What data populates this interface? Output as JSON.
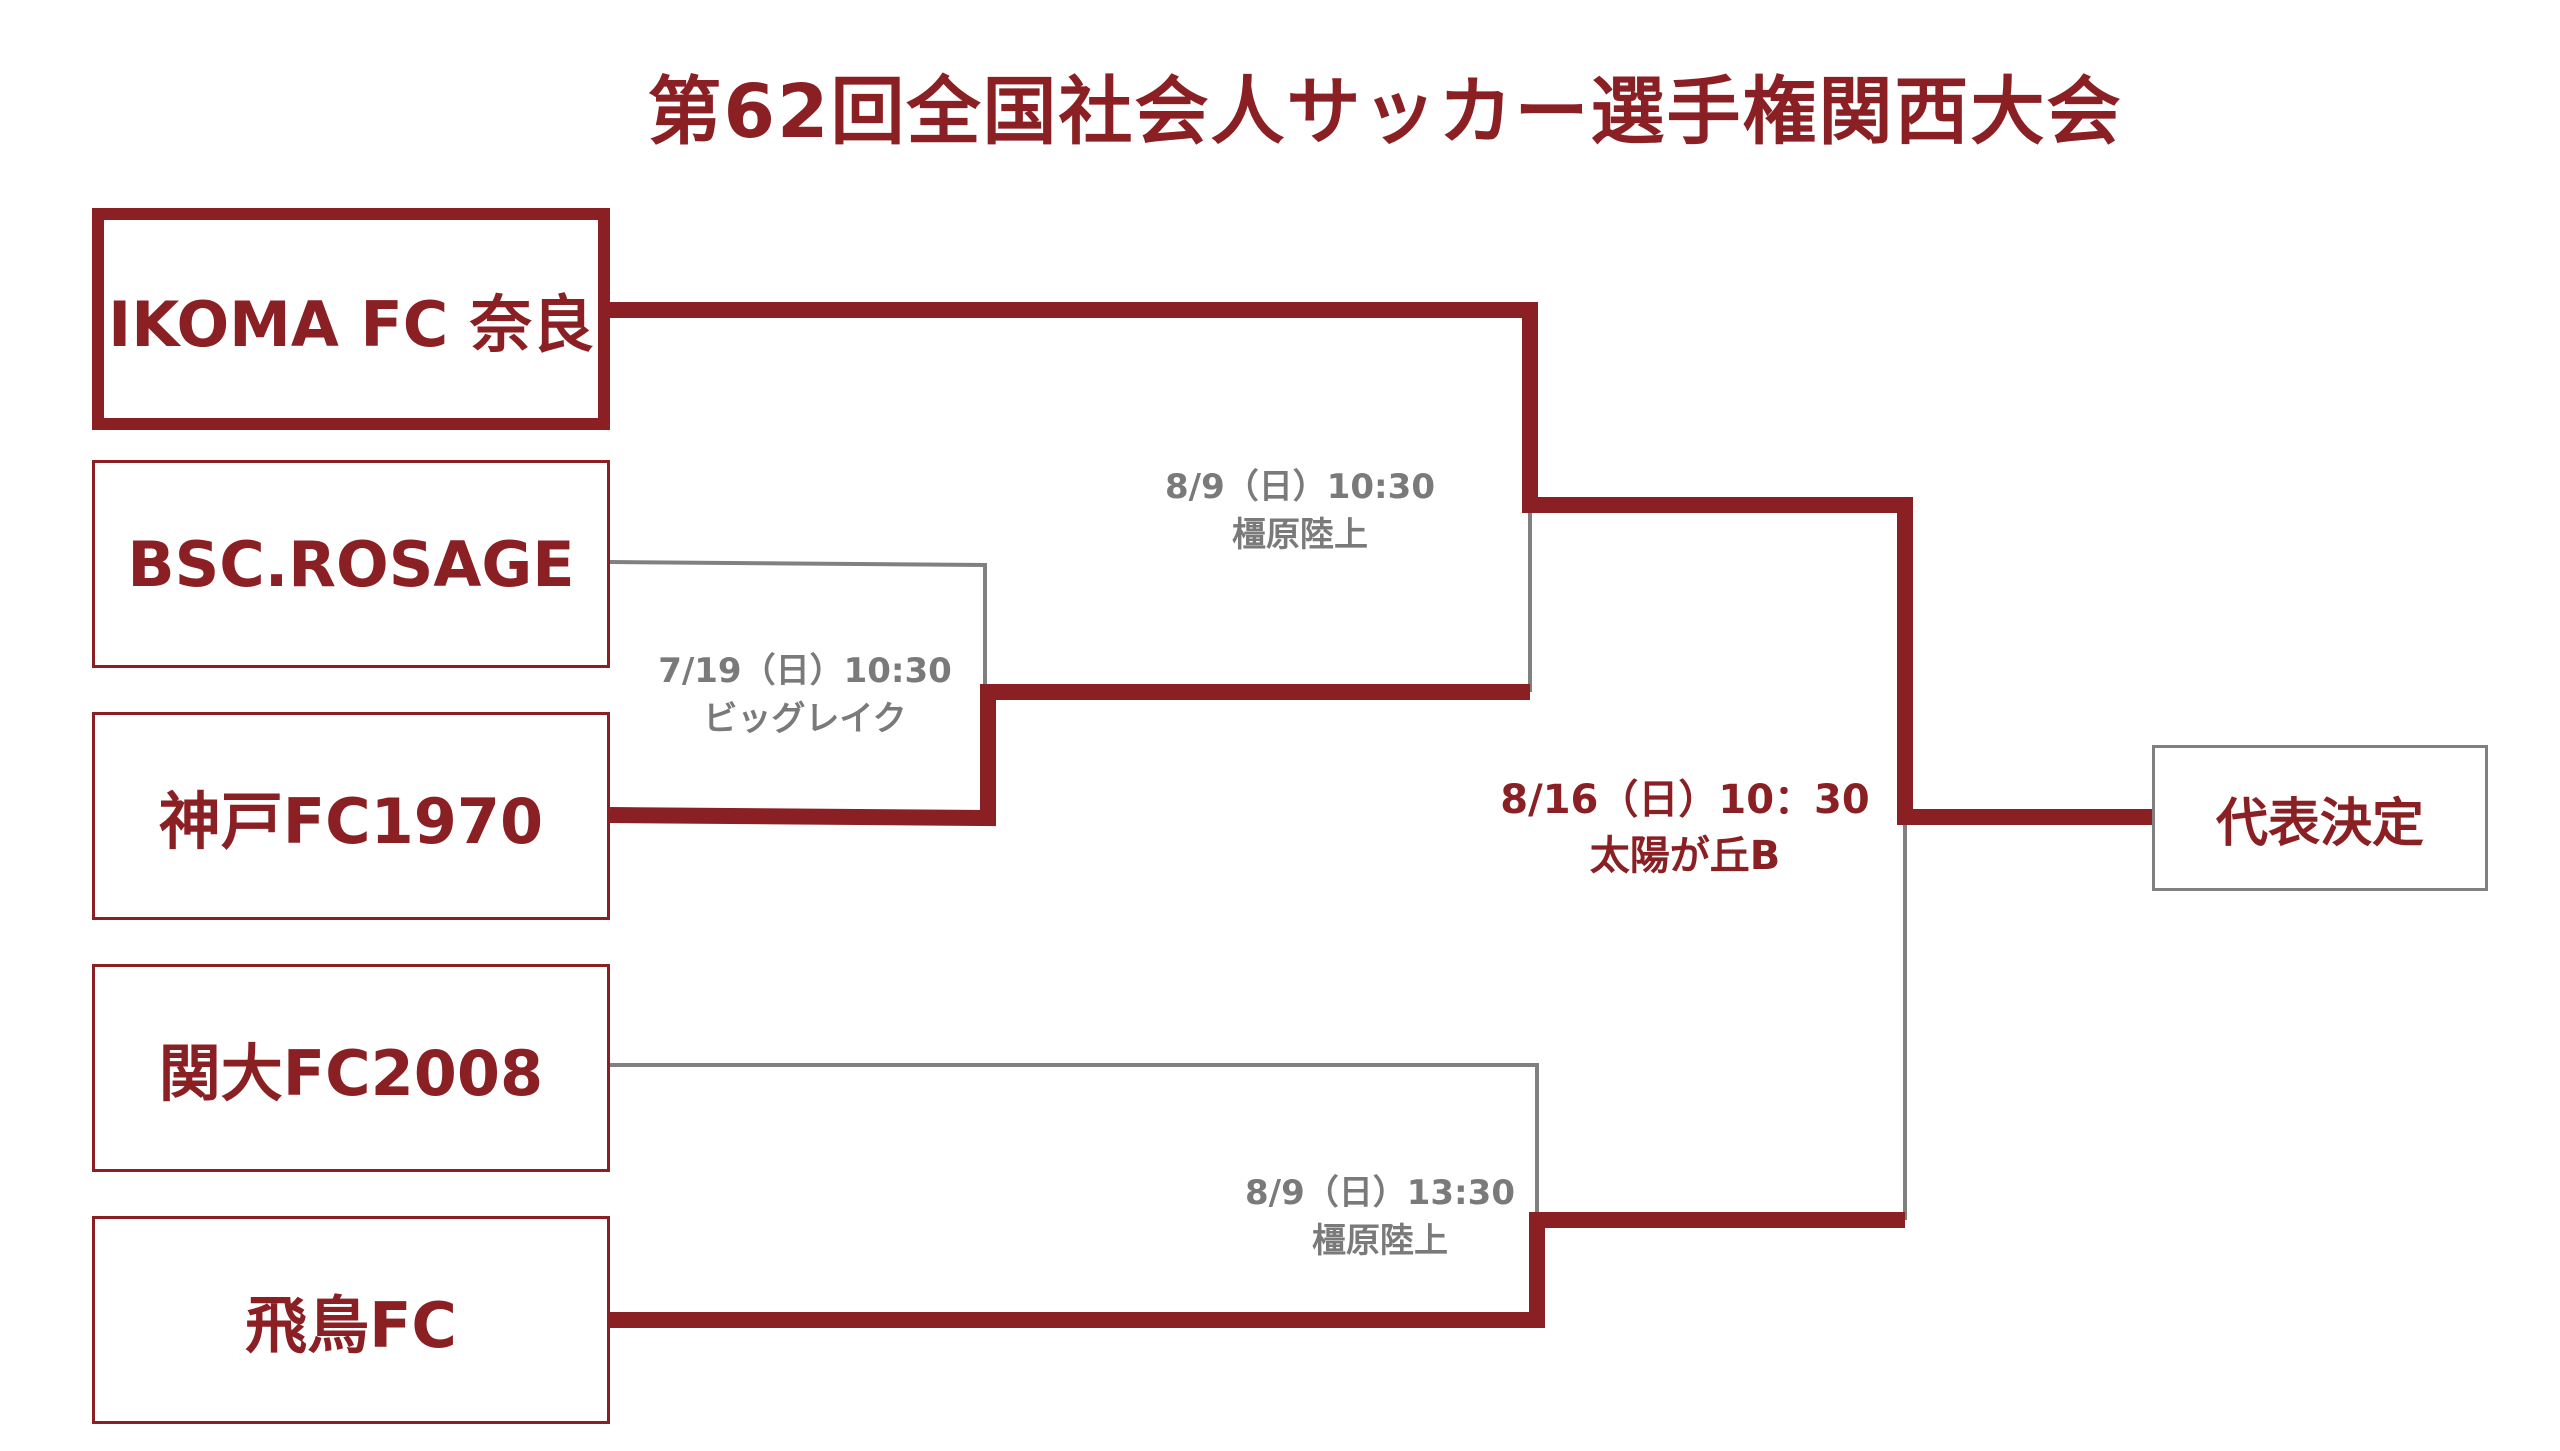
{
  "title": "第62回全国社会人サッカー選手権関西大会",
  "teams": [
    {
      "name": "IKOMA FC 奈良"
    },
    {
      "name": "BSC.ROSAGE"
    },
    {
      "name": "神戸FC1970"
    },
    {
      "name": "関大FC2008"
    },
    {
      "name": "飛鳥FC"
    }
  ],
  "matches": {
    "round1": {
      "date": "7/19（日）10:30",
      "venue": "ビッグレイク"
    },
    "semi1": {
      "date": "8/9（日）10:30",
      "venue": "橿原陸上"
    },
    "semi2": {
      "date": "8/9（日）13:30",
      "venue": "橿原陸上"
    },
    "final": {
      "date": "8/16（日）10：30",
      "venue": "太陽が丘B"
    }
  },
  "result": {
    "label": "代表決定"
  },
  "colors": {
    "accent": "#8a1f24",
    "line_grey": "#808080",
    "text_grey": "#7a7a7a"
  }
}
